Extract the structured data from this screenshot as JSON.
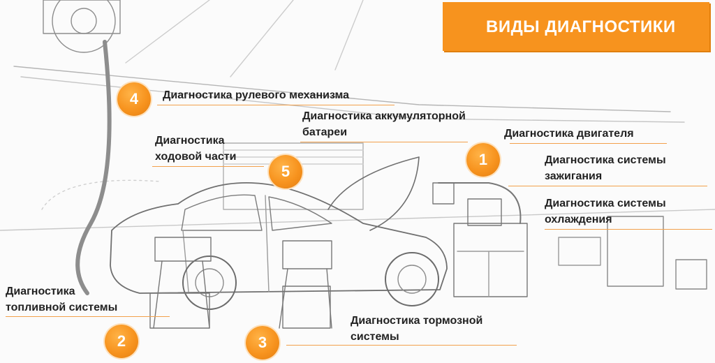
{
  "banner": {
    "title": "ВИДЫ ДИАГНОСТИКИ",
    "color": "#f7931e"
  },
  "items": [
    {
      "number": "1",
      "line1": "Диагностика двигателя"
    },
    {
      "number": "",
      "line1": "Диагностика системы",
      "line2": "зажигания"
    },
    {
      "number": "",
      "line1": "Диагностика системы",
      "line2": "охлаждения"
    },
    {
      "number": "2",
      "line1": "Диагностика",
      "line2": "топливной системы"
    },
    {
      "number": "3",
      "line1": "Диагностика тормозной",
      "line2": "системы"
    },
    {
      "number": "4",
      "line1": "Диагностика рулевого механизма"
    },
    {
      "number": "5",
      "line1": "Диагностика",
      "line2": "ходовой части"
    },
    {
      "number": "",
      "line1": "Диагностика аккумуляторной",
      "line2": "батареи"
    }
  ],
  "colors": {
    "accent": "#f7931e",
    "text": "#222222",
    "sketch": "#8a8a8a"
  }
}
